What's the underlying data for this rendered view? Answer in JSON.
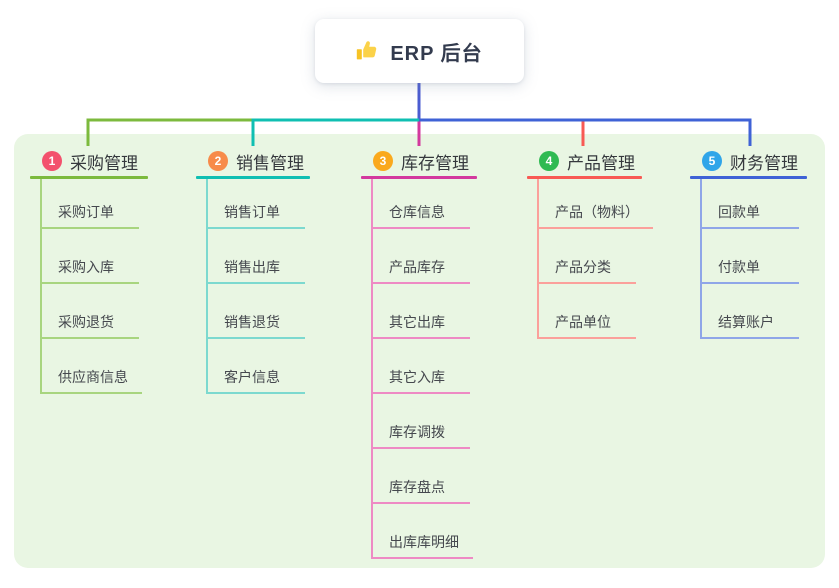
{
  "root": {
    "title": "ERP 后台",
    "icon": "thumbs-up"
  },
  "canvas": {
    "background": "#ffffff",
    "panel_background": "#e9f6e3",
    "stem_color": "#4b5cd1"
  },
  "branches": [
    {
      "number": "1",
      "title": "采购管理",
      "badge_color": "#f3516d",
      "line_color": "#7cba3d",
      "branch_color": "#a8d57f",
      "children": [
        "采购订单",
        "采购入库",
        "采购退货",
        "供应商信息"
      ]
    },
    {
      "number": "2",
      "title": "销售管理",
      "badge_color": "#f78b4a",
      "line_color": "#0fbfb2",
      "branch_color": "#7cd9cf",
      "children": [
        "销售订单",
        "销售出库",
        "销售退货",
        "客户信息"
      ]
    },
    {
      "number": "3",
      "title": "库存管理",
      "badge_color": "#faa91d",
      "line_color": "#d3399e",
      "branch_color": "#ee8ac4",
      "children": [
        "仓库信息",
        "产品库存",
        "其它出库",
        "其它入库",
        "库存调拨",
        "库存盘点",
        "出库库明细"
      ]
    },
    {
      "number": "4",
      "title": "产品管理",
      "badge_color": "#2fba52",
      "line_color": "#f85a54",
      "branch_color": "#fba09b",
      "children": [
        "产品（物料）",
        "产品分类",
        "产品单位"
      ]
    },
    {
      "number": "5",
      "title": "财务管理",
      "badge_color": "#30a5e9",
      "line_color": "#3f62d6",
      "branch_color": "#8fa6e8",
      "children": [
        "回款单",
        "付款单",
        "结算账户"
      ]
    }
  ]
}
